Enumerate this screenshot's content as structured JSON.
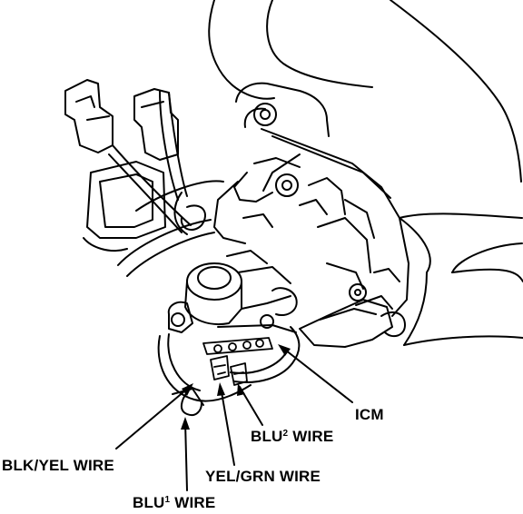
{
  "colors": {
    "ink": "#000000",
    "paper": "#ffffff"
  },
  "labels": {
    "icm": "ICM",
    "blu2_prefix": "BLU",
    "blu2_sup": "2",
    "blu2_suffix": " WIRE",
    "blk_yel": "BLK/YEL WIRE",
    "yel_grn": "YEL/GRN WIRE",
    "blu1_prefix": "BLU",
    "blu1_sup": "1",
    "blu1_suffix": " WIRE"
  }
}
